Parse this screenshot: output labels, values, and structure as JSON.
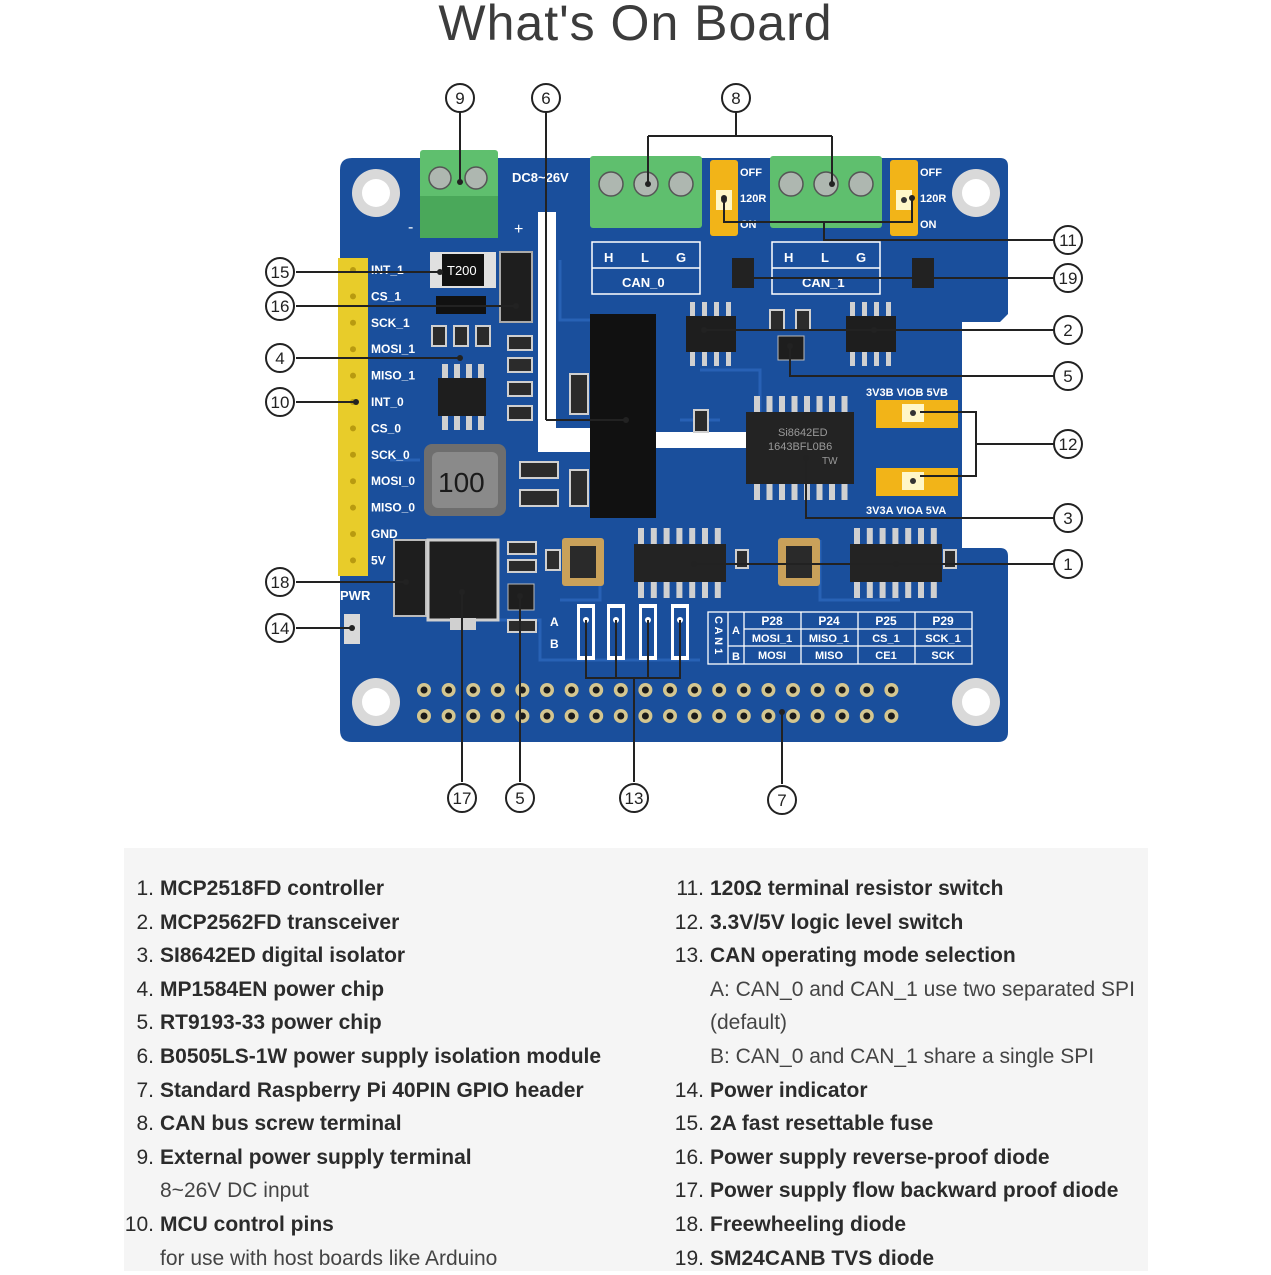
{
  "title": "What's On Board",
  "board": {
    "dc_label": "DC8~26V",
    "minus": "-",
    "plus": "+",
    "can0_pins": [
      "H",
      "L",
      "G"
    ],
    "can1_pins": [
      "H",
      "L",
      "G"
    ],
    "can0_label": "CAN_0",
    "can1_label": "CAN_1",
    "jumper_labels": [
      "OFF",
      "120R",
      "ON"
    ],
    "header_pins": [
      "INT_1",
      "CS_1",
      "SCK_1",
      "MOSI_1",
      "MISO_1",
      "INT_0",
      "CS_0",
      "SCK_0",
      "MOSI_0",
      "MISO_0",
      "GND",
      "5V"
    ],
    "pwr_label": "PWR",
    "fuse_marking": "T200",
    "inductor_marking": "100",
    "isolator_marking_1": "Si8642ED",
    "isolator_marking_2": "1643BFL0B6",
    "isolator_marking_3": "TW",
    "level_top_labels": "3V3B VIOB 5VB",
    "level_bottom_labels": "3V3A VIOA 5VA",
    "mode_labels": [
      "A",
      "B"
    ],
    "spi_table": {
      "side_label": "CAN1",
      "rows_label": [
        "A",
        "B"
      ],
      "columns": [
        "P28",
        "P24",
        "P25",
        "P29"
      ],
      "row_a": [
        "MOSI_1",
        "MISO_1",
        "CS_1",
        "SCK_1"
      ],
      "row_b": [
        "MOSI",
        "MISO",
        "CE1",
        "SCK"
      ]
    }
  },
  "callouts": [
    "9",
    "6",
    "8",
    "11",
    "19",
    "2",
    "5",
    "12",
    "3",
    "1",
    "15",
    "16",
    "4",
    "10",
    "18",
    "14",
    "17",
    "5",
    "13",
    "7"
  ],
  "legend_left": [
    {
      "num": "1.",
      "text": "MCP2518FD controller"
    },
    {
      "num": "2.",
      "text": "MCP2562FD transceiver"
    },
    {
      "num": "3.",
      "text": "SI8642ED digital isolator"
    },
    {
      "num": "4.",
      "text": "MP1584EN power chip"
    },
    {
      "num": "5.",
      "text": "RT9193-33 power chip"
    },
    {
      "num": "6.",
      "text": "B0505LS-1W power supply isolation module"
    },
    {
      "num": "7.",
      "text": "Standard Raspberry Pi 40PIN GPIO header"
    },
    {
      "num": "8.",
      "text": "CAN bus screw terminal"
    },
    {
      "num": "9.",
      "text": "External power supply terminal"
    },
    {
      "num": "",
      "text": "8~26V DC input",
      "sub": true
    },
    {
      "num": "10.",
      "text": "MCU control pins"
    },
    {
      "num": "",
      "text": "for use with host boards like Arduino",
      "sub": true
    }
  ],
  "legend_right": [
    {
      "num": "11.",
      "text": "120Ω terminal resistor switch"
    },
    {
      "num": "12.",
      "text": "3.3V/5V logic level switch"
    },
    {
      "num": "13.",
      "text": "CAN operating mode selection"
    },
    {
      "num": "",
      "text": "A: CAN_0 and CAN_1 use two separated SPI",
      "sub": true
    },
    {
      "num": "",
      "text": "(default)",
      "sub": true
    },
    {
      "num": "",
      "text": "B: CAN_0 and CAN_1 share a single SPI",
      "sub": true
    },
    {
      "num": "14.",
      "text": "Power indicator"
    },
    {
      "num": "15.",
      "text": "2A fast resettable fuse"
    },
    {
      "num": "16.",
      "text": "Power supply reverse-proof diode"
    },
    {
      "num": "17.",
      "text": "Power supply flow backward proof diode"
    },
    {
      "num": "18.",
      "text": "Freewheeling diode"
    },
    {
      "num": "19.",
      "text": "SM24CANB TVS diode"
    }
  ],
  "colors": {
    "pcb": "#1a4f9c",
    "pcb_trace": "#2a64b8",
    "terminal": "#5fbf6e",
    "header": "#e8cc2a",
    "chip": "#1e1e1e",
    "jumper": "#f2b418",
    "silkscreen": "#ffffff"
  }
}
